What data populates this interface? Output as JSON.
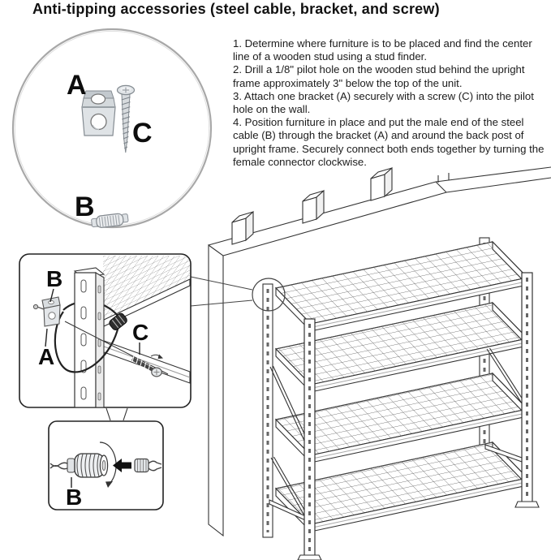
{
  "title": "Anti-tipping accessories (steel cable, bracket, and screw)",
  "instructions": {
    "steps": [
      "1. Determine where furniture is to be placed and find the center line of a wooden stud using a stud finder.",
      "2. Drill a 1/8\" pilot hole on the wooden stud behind the upright frame approximately 3\" below the top of the unit.",
      "3. Attach one bracket (A) securely with a screw (C) into the pilot hole on the wall.",
      "4. Position furniture in place and put the male end of the steel cable (B) through the bracket (A) and around the back post of upright frame. Securely connect both ends together by turning the female connector clockwise."
    ]
  },
  "labels": {
    "bracket": "A",
    "cable": "B",
    "screw": "C"
  },
  "colors": {
    "line": "#333333",
    "cable_gray": "#9c9c9c",
    "metal_light": "#dde1e4",
    "metal_mid": "#b9bfc4",
    "text": "#1c1c1c"
  }
}
